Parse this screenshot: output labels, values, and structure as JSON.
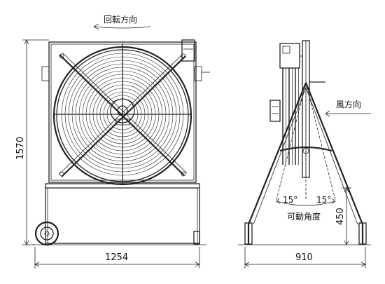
{
  "labels": {
    "rotation_direction": "回転方向",
    "wind_direction": "風方向",
    "movable_angle": "可動角度",
    "angle_left": "15°",
    "angle_right": "15°"
  },
  "dimensions": {
    "height": "1570",
    "width_front": "1254",
    "width_side": "910",
    "pivot_height": "450"
  },
  "colors": {
    "line": "#222222",
    "background": "#ffffff"
  }
}
